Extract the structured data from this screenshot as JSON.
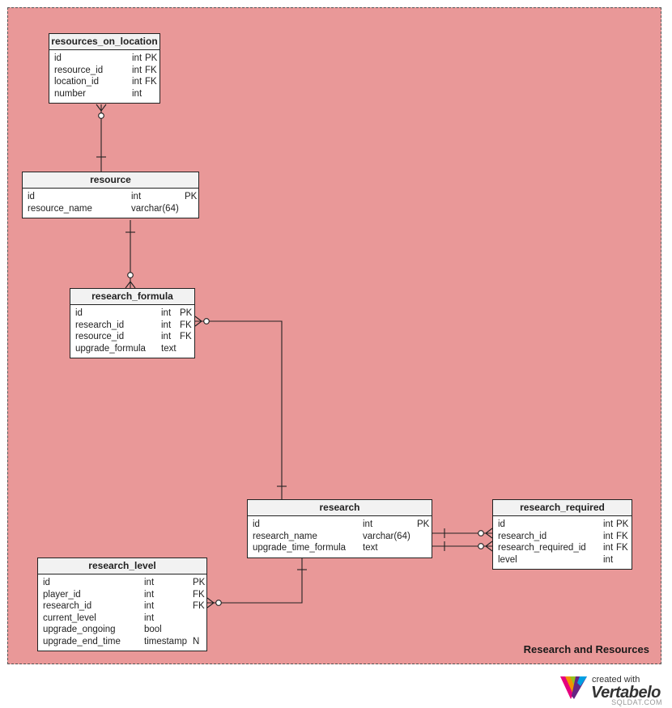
{
  "diagram": {
    "area_title": "Research and Resources",
    "background_color": "#e99898",
    "tables": {
      "resources_on_location": {
        "name": "resources_on_location",
        "columns": [
          {
            "name": "id",
            "type": "int",
            "key": "PK"
          },
          {
            "name": "resource_id",
            "type": "int",
            "key": "FK"
          },
          {
            "name": "location_id",
            "type": "int",
            "key": "FK"
          },
          {
            "name": "number",
            "type": "int",
            "key": ""
          }
        ]
      },
      "resource": {
        "name": "resource",
        "columns": [
          {
            "name": "id",
            "type": "int",
            "key": "PK"
          },
          {
            "name": "resource_name",
            "type": "varchar(64)",
            "key": ""
          }
        ]
      },
      "research_formula": {
        "name": "research_formula",
        "columns": [
          {
            "name": "id",
            "type": "int",
            "key": "PK"
          },
          {
            "name": "research_id",
            "type": "int",
            "key": "FK"
          },
          {
            "name": "resource_id",
            "type": "int",
            "key": "FK"
          },
          {
            "name": "upgrade_formula",
            "type": "text",
            "key": ""
          }
        ]
      },
      "research": {
        "name": "research",
        "columns": [
          {
            "name": "id",
            "type": "int",
            "key": "PK"
          },
          {
            "name": "research_name",
            "type": "varchar(64)",
            "key": ""
          },
          {
            "name": "upgrade_time_formula",
            "type": "text",
            "key": ""
          }
        ]
      },
      "research_required": {
        "name": "research_required",
        "columns": [
          {
            "name": "id",
            "type": "int",
            "key": "PK"
          },
          {
            "name": "research_id",
            "type": "int",
            "key": "FK"
          },
          {
            "name": "research_required_id",
            "type": "int",
            "key": "FK"
          },
          {
            "name": "level",
            "type": "int",
            "key": ""
          }
        ]
      },
      "research_level": {
        "name": "research_level",
        "columns": [
          {
            "name": "id",
            "type": "int",
            "key": "PK"
          },
          {
            "name": "player_id",
            "type": "int",
            "key": "FK"
          },
          {
            "name": "research_id",
            "type": "int",
            "key": "FK"
          },
          {
            "name": "current_level",
            "type": "int",
            "key": ""
          },
          {
            "name": "upgrade_ongoing",
            "type": "bool",
            "key": ""
          },
          {
            "name": "upgrade_end_time",
            "type": "timestamp",
            "key": "N"
          }
        ]
      }
    }
  },
  "logo": {
    "created_with": "created with",
    "brand": "Vertabelo"
  },
  "watermark": "SQLDAT.COM"
}
